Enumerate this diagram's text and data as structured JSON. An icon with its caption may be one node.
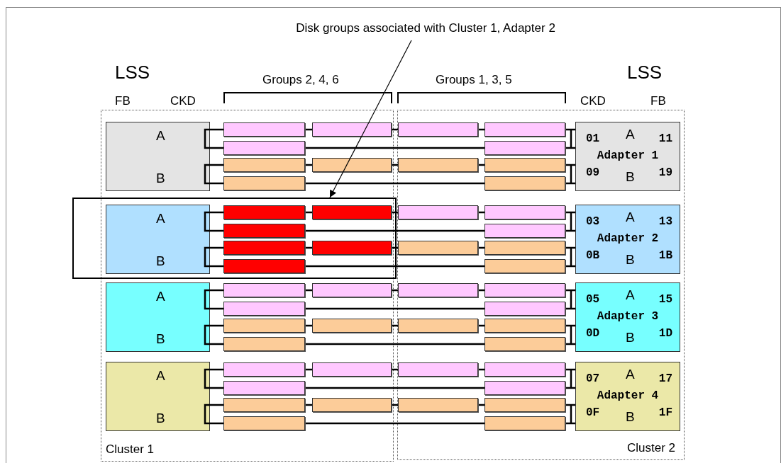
{
  "diagram": {
    "nodes": [
      {
        "text": [
          "Disk groups associated with Cluster 1, Adapter 2"
        ]
      },
      {
        "text": [
          "Cluster 1"
        ]
      },
      {
        "text": [
          "Cluster 2"
        ]
      },
      {
        "text": [],
        "shape": "box"
      },
      {
        "text": [
          "A",
          "B"
        ],
        "in": 1
      },
      {
        "text": [],
        "shape": "box",
        "in": 1
      },
      {
        "text": [],
        "shape": "box",
        "in": 1
      },
      {
        "text": [],
        "shape": "box",
        "in": 2
      },
      {
        "text": [],
        "shape": "box",
        "in": 2
      },
      {
        "text": [],
        "shape": "box",
        "in": 1
      },
      {
        "text": [],
        "shape": "box",
        "in": 2
      },
      {
        "text": [],
        "shape": "box",
        "in": 1
      },
      {
        "text": [],
        "shape": "box",
        "in": 1
      },
      {
        "text": [],
        "shape": "box",
        "in": 2
      },
      {
        "text": [],
        "shape": "box",
        "in": 2
      },
      {
        "text": [],
        "shape": "box",
        "in": 1
      },
      {
        "text": [],
        "shape": "box",
        "in": 2
      },
      {
        "text": [
          "01",
          "A",
          "11",
          "Adapter 1",
          "09",
          "B",
          "19"
        ],
        "in": 2
      },
      {
        "text": [
          "A",
          "B"
        ],
        "in": 3
      },
      {
        "text": [],
        "shape": "box",
        "in": 3
      },
      {
        "text": [],
        "shape": "box",
        "in": 3
      },
      {
        "text": [],
        "shape": "box",
        "in": 2
      },
      {
        "text": [],
        "shape": "box",
        "in": 2
      },
      {
        "text": [],
        "shape": "box",
        "in": 3
      },
      {
        "text": [],
        "shape": "box",
        "in": 2
      },
      {
        "text": [],
        "shape": "box",
        "in": 3
      },
      {
        "text": [],
        "shape": "box",
        "in": 3
      },
      {
        "text": [],
        "shape": "box",
        "in": 2
      },
      {
        "text": [],
        "shape": "box",
        "in": 2
      },
      {
        "text": [],
        "shape": "box",
        "in": 3
      },
      {
        "text": [],
        "shape": "box",
        "in": 2
      },
      {
        "text": [
          "03",
          "A",
          "13",
          "Adapter 2",
          "0B",
          "B",
          "1B"
        ],
        "in": 2
      },
      {
        "text": [
          "A",
          "B"
        ],
        "in": 1
      },
      {
        "text": [],
        "shape": "box",
        "in": 1
      },
      {
        "text": [],
        "shape": "box",
        "in": 1
      },
      {
        "text": [],
        "shape": "box",
        "in": 2
      },
      {
        "text": [],
        "shape": "box",
        "in": 2
      },
      {
        "text": [],
        "shape": "box",
        "in": 1
      },
      {
        "text": [],
        "shape": "box",
        "in": 2
      },
      {
        "text": [],
        "shape": "box",
        "in": 1
      },
      {
        "text": [],
        "shape": "box",
        "in": 1
      },
      {
        "text": [],
        "shape": "box",
        "in": 2
      },
      {
        "text": [],
        "shape": "box",
        "in": 2
      },
      {
        "text": [],
        "shape": "box",
        "in": 1
      },
      {
        "text": [],
        "shape": "box",
        "in": 2
      },
      {
        "text": [
          "05",
          "A",
          "15",
          "Adapter 3",
          "0D",
          "B",
          "1D"
        ],
        "in": 2
      },
      {
        "text": [
          "A",
          "B"
        ],
        "in": 1
      },
      {
        "text": [],
        "shape": "box",
        "in": 1
      },
      {
        "text": [],
        "shape": "box",
        "in": 1
      },
      {
        "text": [],
        "shape": "box",
        "in": 2
      },
      {
        "text": [],
        "shape": "box",
        "in": 2
      },
      {
        "text": [],
        "shape": "box",
        "in": 1
      },
      {
        "text": [],
        "shape": "box",
        "in": 2
      },
      {
        "text": [],
        "shape": "box",
        "in": 1
      },
      {
        "text": [],
        "shape": "box",
        "in": 1
      },
      {
        "text": [],
        "shape": "box",
        "in": 2
      },
      {
        "text": [],
        "shape": "box",
        "in": 2
      },
      {
        "text": [],
        "shape": "box",
        "in": 1
      },
      {
        "text": [],
        "shape": "box",
        "in": 2
      },
      {
        "text": [
          "07",
          "A",
          "17",
          "Adapter 4",
          "0F",
          "B",
          "1F"
        ],
        "in": 2
      }
    ],
    "edges": [
      {
        "from": 0,
        "to": 3,
        "arrow": "to"
      },
      {
        "from": 4,
        "to": 5,
        "arrow": "none"
      },
      {
        "from": 5,
        "to": 6,
        "arrow": "none"
      },
      {
        "from": 6,
        "to": 7,
        "arrow": "none"
      },
      {
        "from": 7,
        "to": 8,
        "arrow": "none"
      },
      {
        "from": 8,
        "to": 17,
        "arrow": "none"
      },
      {
        "from": 4,
        "to": 9,
        "arrow": "none"
      },
      {
        "from": 9,
        "to": 10,
        "arrow": "none"
      },
      {
        "from": 10,
        "to": 17,
        "arrow": "none"
      },
      {
        "from": 4,
        "to": 11,
        "arrow": "none"
      },
      {
        "from": 11,
        "to": 12,
        "arrow": "none"
      },
      {
        "from": 12,
        "to": 13,
        "arrow": "none"
      },
      {
        "from": 13,
        "to": 14,
        "arrow": "none"
      },
      {
        "from": 14,
        "to": 17,
        "arrow": "none"
      },
      {
        "from": 4,
        "to": 15,
        "arrow": "none"
      },
      {
        "from": 15,
        "to": 16,
        "arrow": "none"
      },
      {
        "from": 16,
        "to": 17,
        "arrow": "none"
      },
      {
        "from": 18,
        "to": 19,
        "arrow": "none"
      },
      {
        "from": 19,
        "to": 20,
        "arrow": "none"
      },
      {
        "from": 20,
        "to": 21,
        "arrow": "none"
      },
      {
        "from": 21,
        "to": 22,
        "arrow": "none"
      },
      {
        "from": 22,
        "to": 31,
        "arrow": "none"
      },
      {
        "from": 18,
        "to": 23,
        "arrow": "none"
      },
      {
        "from": 23,
        "to": 24,
        "arrow": "none"
      },
      {
        "from": 24,
        "to": 31,
        "arrow": "none"
      },
      {
        "from": 18,
        "to": 25,
        "arrow": "none"
      },
      {
        "from": 25,
        "to": 26,
        "arrow": "none"
      },
      {
        "from": 26,
        "to": 27,
        "arrow": "none"
      },
      {
        "from": 27,
        "to": 28,
        "arrow": "none"
      },
      {
        "from": 28,
        "to": 31,
        "arrow": "none"
      },
      {
        "from": 18,
        "to": 29,
        "arrow": "none"
      },
      {
        "from": 29,
        "to": 30,
        "arrow": "none"
      },
      {
        "from": 30,
        "to": 31,
        "arrow": "none"
      },
      {
        "from": 32,
        "to": 33,
        "arrow": "none"
      },
      {
        "from": 33,
        "to": 34,
        "arrow": "none"
      },
      {
        "from": 34,
        "to": 35,
        "arrow": "none"
      },
      {
        "from": 35,
        "to": 36,
        "arrow": "none"
      },
      {
        "from": 36,
        "to": 45,
        "arrow": "none"
      },
      {
        "from": 32,
        "to": 37,
        "arrow": "none"
      },
      {
        "from": 37,
        "to": 38,
        "arrow": "none"
      },
      {
        "from": 38,
        "to": 45,
        "arrow": "none"
      },
      {
        "from": 32,
        "to": 39,
        "arrow": "none"
      },
      {
        "from": 39,
        "to": 40,
        "arrow": "none"
      },
      {
        "from": 40,
        "to": 41,
        "arrow": "none"
      },
      {
        "from": 41,
        "to": 42,
        "arrow": "none"
      },
      {
        "from": 42,
        "to": 45,
        "arrow": "none"
      },
      {
        "from": 32,
        "to": 43,
        "arrow": "none"
      },
      {
        "from": 43,
        "to": 44,
        "arrow": "none"
      },
      {
        "from": 44,
        "to": 45,
        "arrow": "none"
      },
      {
        "from": 46,
        "to": 47,
        "arrow": "none"
      },
      {
        "from": 47,
        "to": 48,
        "arrow": "none"
      },
      {
        "from": 48,
        "to": 49,
        "arrow": "none"
      },
      {
        "from": 49,
        "to": 50,
        "arrow": "none"
      },
      {
        "from": 50,
        "to": 59,
        "arrow": "none"
      },
      {
        "from": 46,
        "to": 51,
        "arrow": "none"
      },
      {
        "from": 51,
        "to": 52,
        "arrow": "none"
      },
      {
        "from": 52,
        "to": 59,
        "arrow": "none"
      },
      {
        "from": 46,
        "to": 53,
        "arrow": "none"
      },
      {
        "from": 53,
        "to": 54,
        "arrow": "none"
      },
      {
        "from": 54,
        "to": 55,
        "arrow": "none"
      },
      {
        "from": 55,
        "to": 56,
        "arrow": "none"
      },
      {
        "from": 56,
        "to": 59,
        "arrow": "none"
      },
      {
        "from": 46,
        "to": 57,
        "arrow": "none"
      },
      {
        "from": 57,
        "to": 58,
        "arrow": "none"
      },
      {
        "from": 58,
        "to": 59,
        "arrow": "none"
      }
    ],
    "labels": [
      "LSS",
      "FB",
      "CKD",
      "Groups 2, 4, 6",
      "Groups 1, 3, 5",
      "LSS",
      "CKD",
      "FB"
    ]
  }
}
